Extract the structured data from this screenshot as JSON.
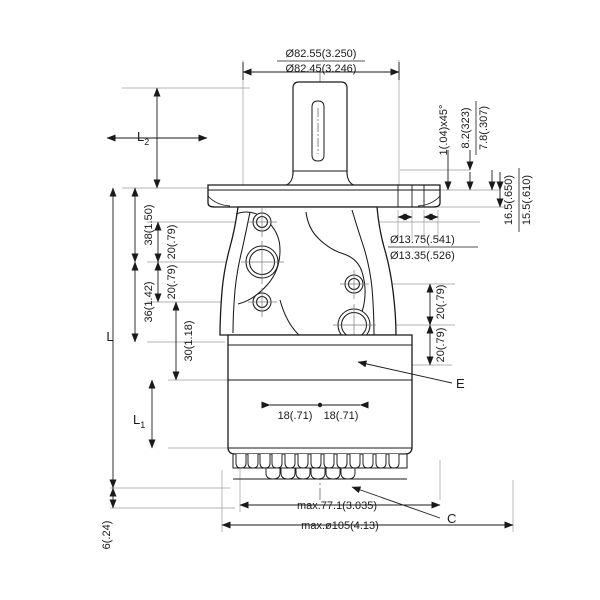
{
  "drawing": {
    "title": "hydraulic-orbital-motor-dimension-drawing",
    "background_color": "#ffffff",
    "line_color": "#1a1a1a",
    "thin_line_color": "#8a8a8a",
    "shade_color": "#ccd0e0"
  },
  "dimensions": {
    "top_diameter_max": "Ø82.55(3.250)",
    "top_diameter_min": "Ø82.45(3.246)",
    "chamfer": "1(.04)x45°",
    "shaft_width_max": "8.2(323)",
    "shaft_width_min": "7.8(.307)",
    "flange_thick_max": "16.5(.650)",
    "flange_thick_min": "15.5(.610)",
    "bolt_hole_max": "Ø13.75(.541)",
    "bolt_hole_min": "Ø13.35(.526)",
    "left_38": "38(1.50)",
    "left_36": "36(1.42)",
    "left_30": "30(1.18)",
    "left_20_a": "20(.79)",
    "left_20_b": "20(.79)",
    "right_20_a": "20(.79)",
    "right_20_b": "20(.79)",
    "bottom_6": "6(.24)",
    "center_18_a": "18(.71)",
    "center_18_b": "18(.71)",
    "max_width": "max.77.1(3.035)",
    "max_diameter": "max.ø105(4.13)"
  },
  "symbols": {
    "L": "L",
    "L1_base": "L",
    "L1_sub": "1",
    "L2_base": "L",
    "L2_sub": "2",
    "leader_E": "E",
    "leader_C": "C"
  }
}
